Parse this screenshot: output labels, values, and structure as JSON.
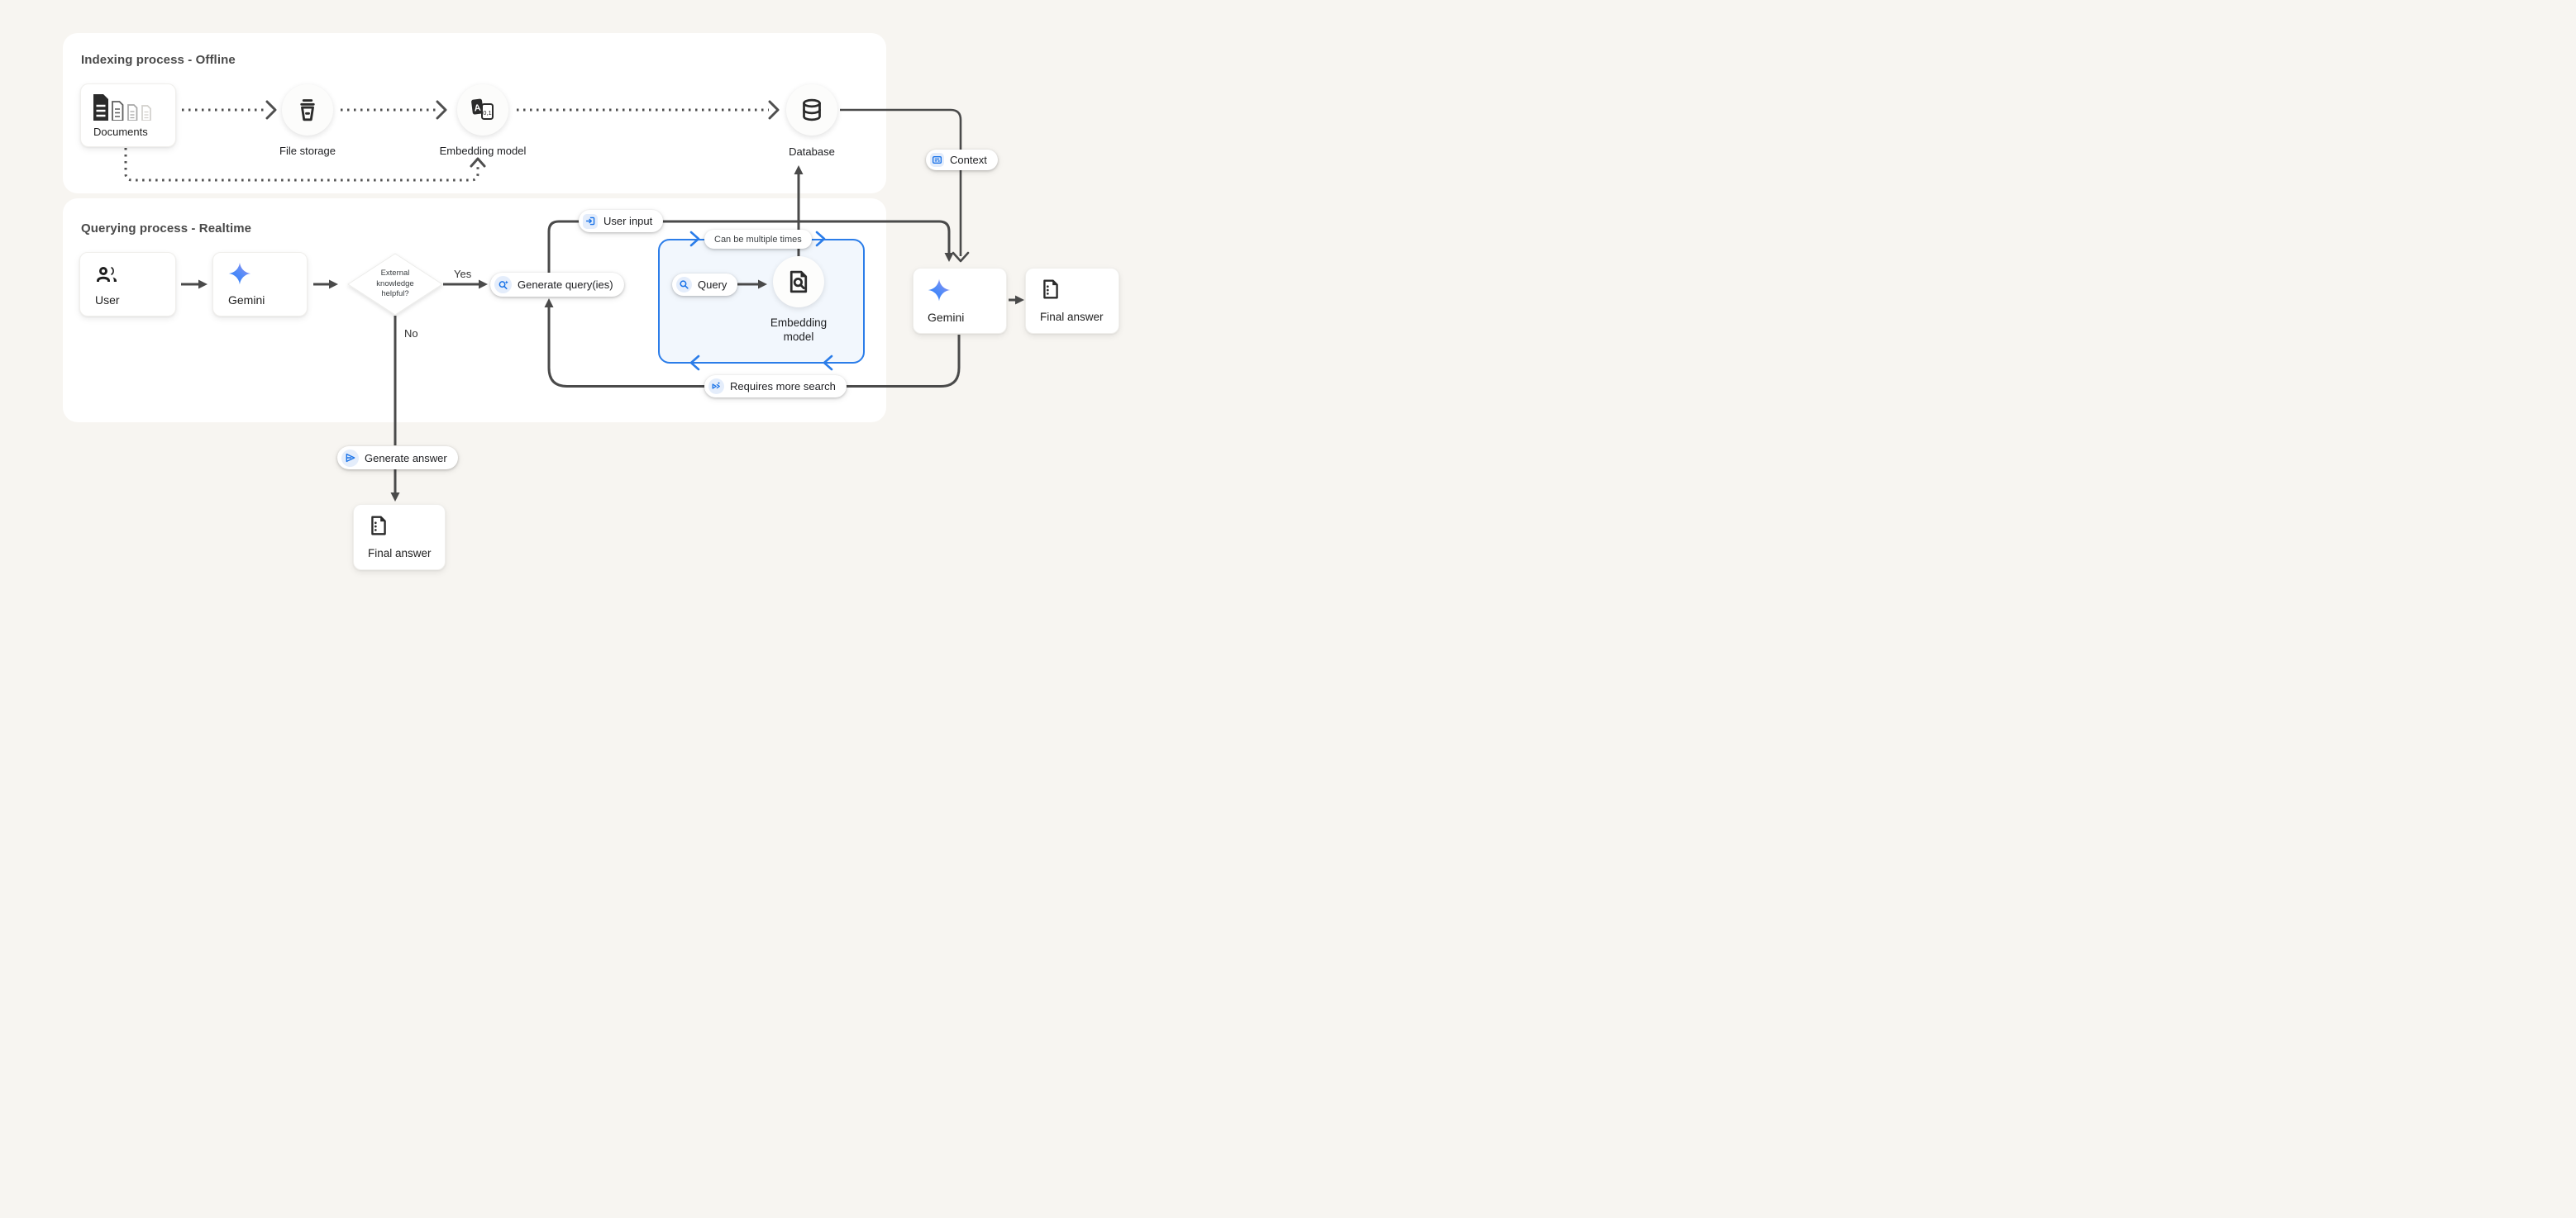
{
  "panels": {
    "indexing_title": "Indexing process - Offline",
    "querying_title": "Querying process - Realtime"
  },
  "indexing": {
    "documents": "Documents",
    "file_storage": "File storage",
    "embedding_model": "Embedding model",
    "database": "Database",
    "context_tag": "Context"
  },
  "querying": {
    "user": "User",
    "gemini": "Gemini",
    "decision_line1": "External",
    "decision_line2": "knowledge",
    "decision_line3": "helpful?",
    "yes": "Yes",
    "no": "No",
    "generate_queries": "Generate query(ies)",
    "user_input": "User input",
    "loop_note": "Can be multiple times",
    "query": "Query",
    "embedding_line1": "Embedding",
    "embedding_line2": "model",
    "requires_more_search": "Requires more search",
    "gemini_right": "Gemini",
    "final_answer_right": "Final answer",
    "generate_answer": "Generate answer",
    "final_answer_bottom": "Final answer"
  },
  "colors": {
    "background": "#f7f5f1",
    "panel": "#ffffff",
    "wire": "#4a4a4a",
    "accent_blue": "#1a73e8",
    "accent_blue_bg": "#e4edfb",
    "loop_box_fill": "#f2f7fd",
    "loop_box_border": "#2b7de9",
    "gemini_gradient_start": "#217bf8",
    "gemini_gradient_end": "#a78ee8"
  }
}
